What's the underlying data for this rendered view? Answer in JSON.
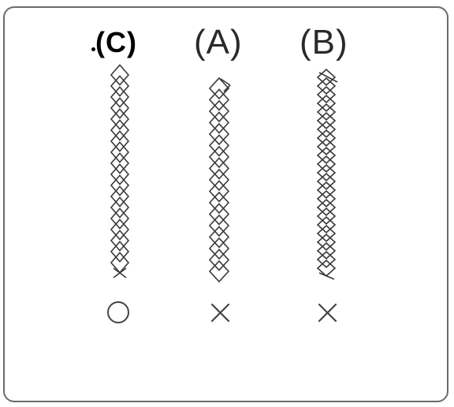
{
  "labels": {
    "c": "(C)",
    "a": "(A)",
    "b": "(B)"
  },
  "marks": {
    "c": "circle-mark",
    "a": "cross-mark",
    "b": "cross-mark"
  },
  "colors": {
    "stitch": "#3a3a3a",
    "mark": "#444444",
    "frame": "#6b6b6b"
  }
}
